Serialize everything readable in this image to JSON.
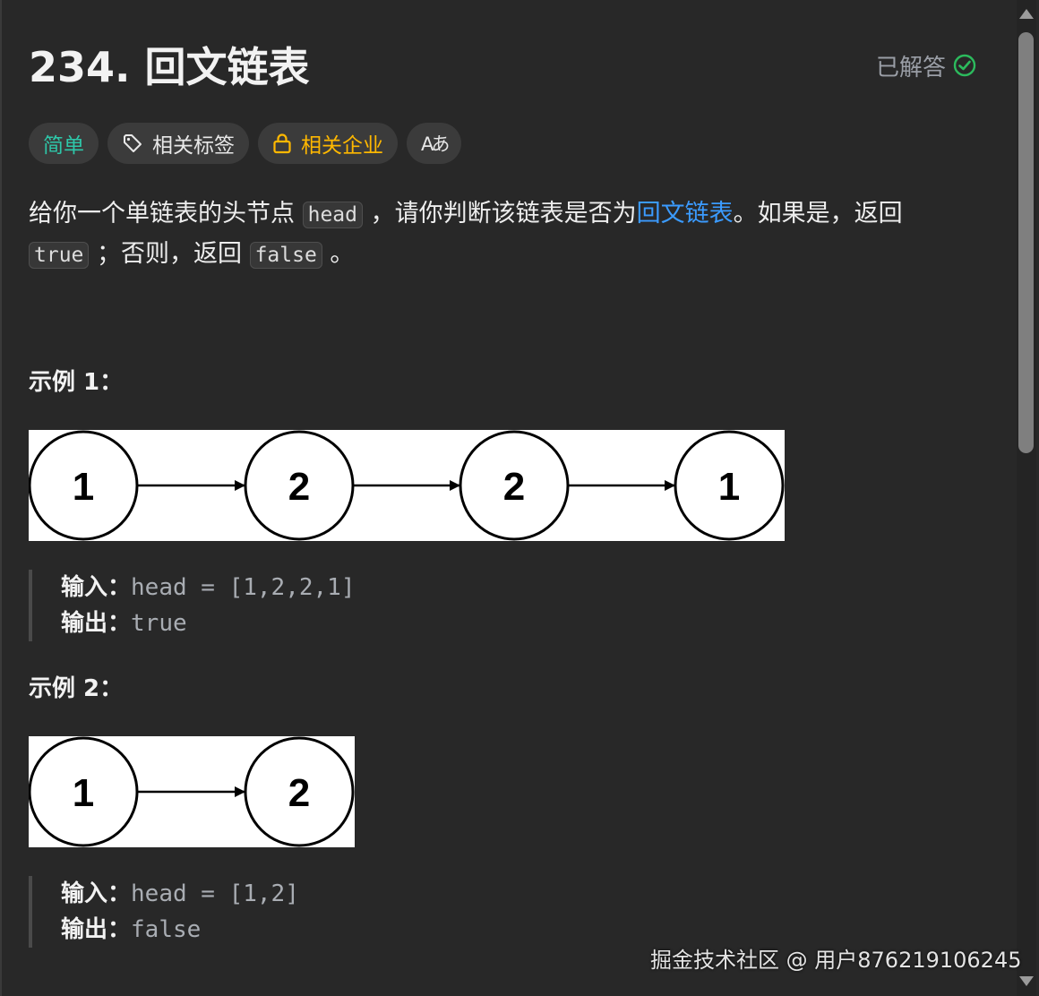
{
  "problem": {
    "title": "234. 回文链表",
    "status": "已解答"
  },
  "tags": {
    "difficulty": "简单",
    "topics": "相关标签",
    "companies": "相关企业",
    "translate": "Aあ"
  },
  "description": {
    "part1": "给你一个单链表的头节点 ",
    "code_head": "head",
    "part2": " ，请你判断该链表是否为",
    "link": "回文链表",
    "part3": "。如果是，返回 ",
    "code_true": "true",
    "part4": " ；否则，返回 ",
    "code_false": "false",
    "part5": " 。"
  },
  "examples": [
    {
      "heading": "示例 1：",
      "nodes": [
        "1",
        "2",
        "2",
        "1"
      ],
      "input_label": "输入：",
      "input_value": "head = [1,2,2,1]",
      "output_label": "输出：",
      "output_value": "true"
    },
    {
      "heading": "示例 2：",
      "nodes": [
        "1",
        "2"
      ],
      "input_label": "输入：",
      "input_value": "head = [1,2]",
      "output_label": "输出：",
      "output_value": "false"
    }
  ],
  "watermark": "掘金技术社区 @ 用户876219106245",
  "colors": {
    "easy": "#2ec7a9",
    "company": "#ffb800",
    "link": "#3b9bff",
    "solved_check": "#2cbb5d"
  }
}
